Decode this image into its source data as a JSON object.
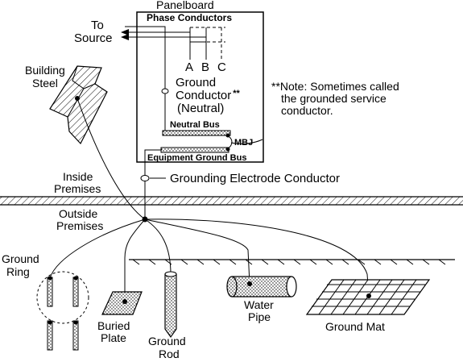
{
  "labels": {
    "panelboard": "Panelboard",
    "phase_conductors": "Phase Conductors",
    "to": "To",
    "source": "Source",
    "phase_a": "A",
    "phase_b": "B",
    "phase_c": "C",
    "ground": "Ground",
    "conductor": "Conductor",
    "conductor_marks": "**",
    "neutral": "(Neutral)",
    "neutral_bus": "Neutral Bus",
    "mbj": "MBJ",
    "equipment_ground_bus": "Equipment Ground Bus",
    "note_line1": "**Note: Sometimes called",
    "note_line2": "the grounded service",
    "note_line3": "conductor.",
    "building": "Building",
    "steel": "Steel",
    "grounding_electrode_conductor": "Grounding Electrode Conductor",
    "inside": "Inside",
    "premises_inside": "Premises",
    "outside": "Outside",
    "premises_outside": "Premises",
    "ground_ring_1": "Ground",
    "ground_ring_2": "Ring",
    "buried": "Buried",
    "plate": "Plate",
    "ground_rod_1": "Ground",
    "ground_rod_2": "Rod",
    "water": "Water",
    "pipe": "Pipe",
    "ground_mat": "Ground Mat"
  }
}
